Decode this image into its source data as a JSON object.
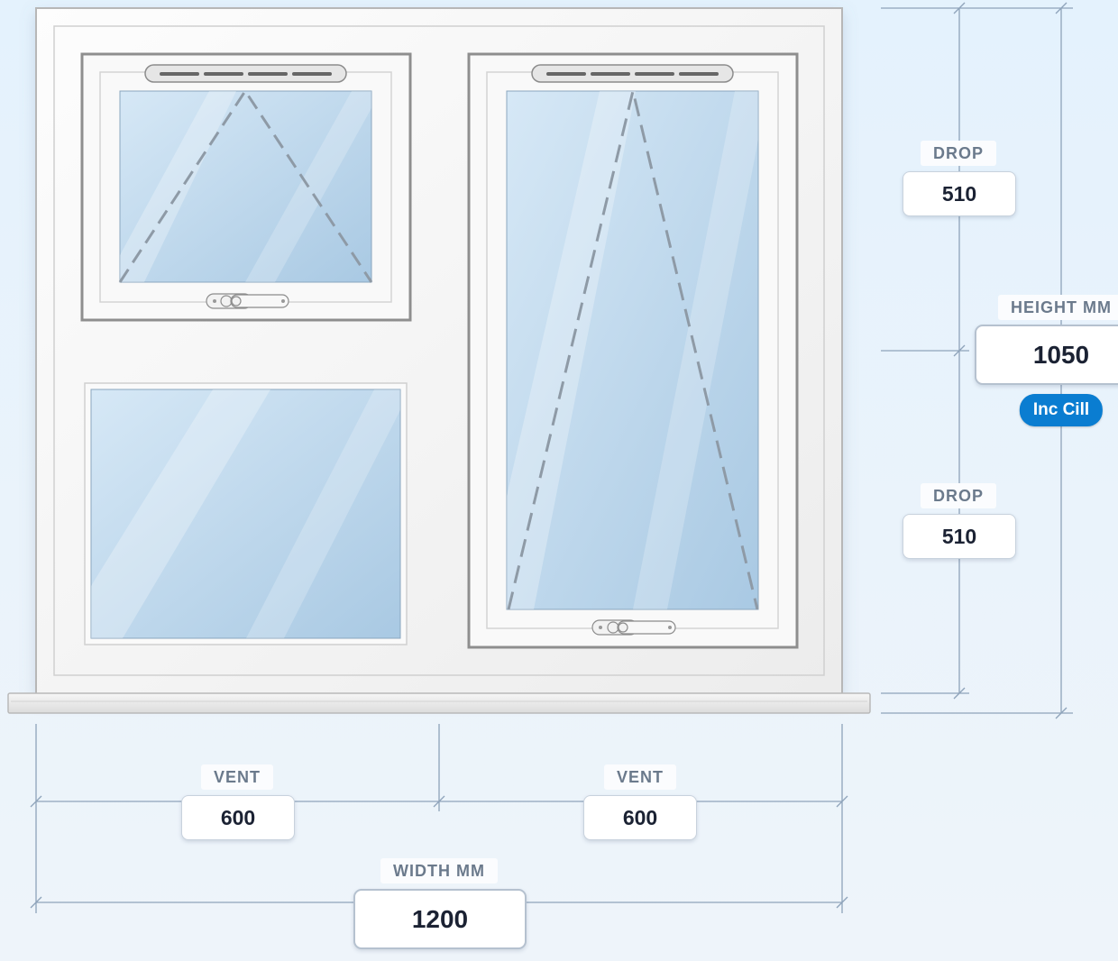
{
  "dimensions": {
    "drop_top": {
      "label": "DROP",
      "value": "510"
    },
    "drop_bottom": {
      "label": "DROP",
      "value": "510"
    },
    "height": {
      "label": "HEIGHT MM",
      "value": "1050",
      "badge": "Inc Cill"
    },
    "vent_left": {
      "label": "VENT",
      "value": "600"
    },
    "vent_right": {
      "label": "VENT",
      "value": "600"
    },
    "width": {
      "label": "WIDTH MM",
      "value": "1200"
    }
  },
  "colors": {
    "background": "#e4f2fd",
    "frame": "#f7f7f7",
    "glass": "#bcd8ee",
    "dimension_line": "#8ea3ba",
    "accent": "#0a7dd1"
  }
}
